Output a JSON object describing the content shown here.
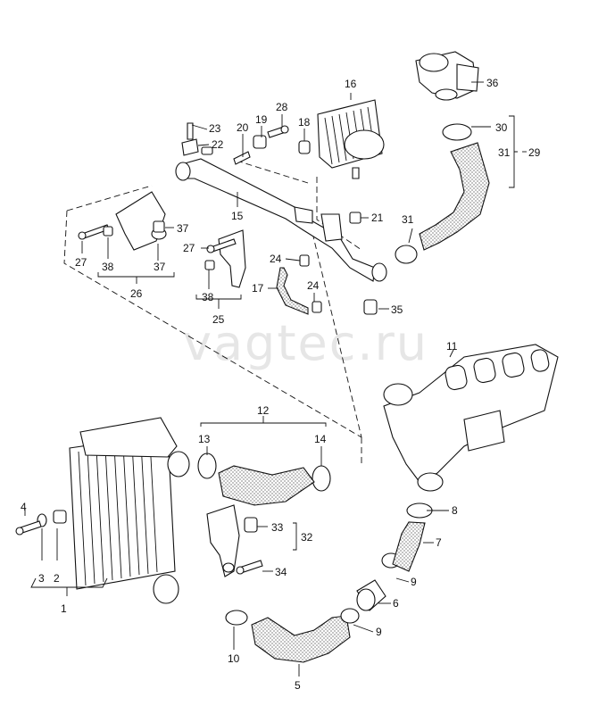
{
  "watermark": "vagtec.ru",
  "callouts": {
    "c1": "1",
    "c2": "2",
    "c3": "3",
    "c4": "4",
    "c5": "5",
    "c6": "6",
    "c7": "7",
    "c8": "8",
    "c9a": "9",
    "c9b": "9",
    "c10": "10",
    "c11": "11",
    "c12": "12",
    "c13": "13",
    "c14": "14",
    "c15": "15",
    "c16": "16",
    "c17": "17",
    "c18": "18",
    "c19": "19",
    "c20": "20",
    "c21": "21",
    "c22": "22",
    "c23": "23",
    "c24a": "24",
    "c24b": "24",
    "c25": "25",
    "c26": "26",
    "c27a": "27",
    "c27b": "27",
    "c28": "28",
    "c29": "29",
    "c30": "30",
    "c31a": "31",
    "c31b": "31",
    "c32": "32",
    "c33": "33",
    "c34": "34",
    "c35": "35",
    "c36": "36",
    "c37a": "37",
    "c37b": "37",
    "c38a": "38",
    "c38b": "38"
  }
}
